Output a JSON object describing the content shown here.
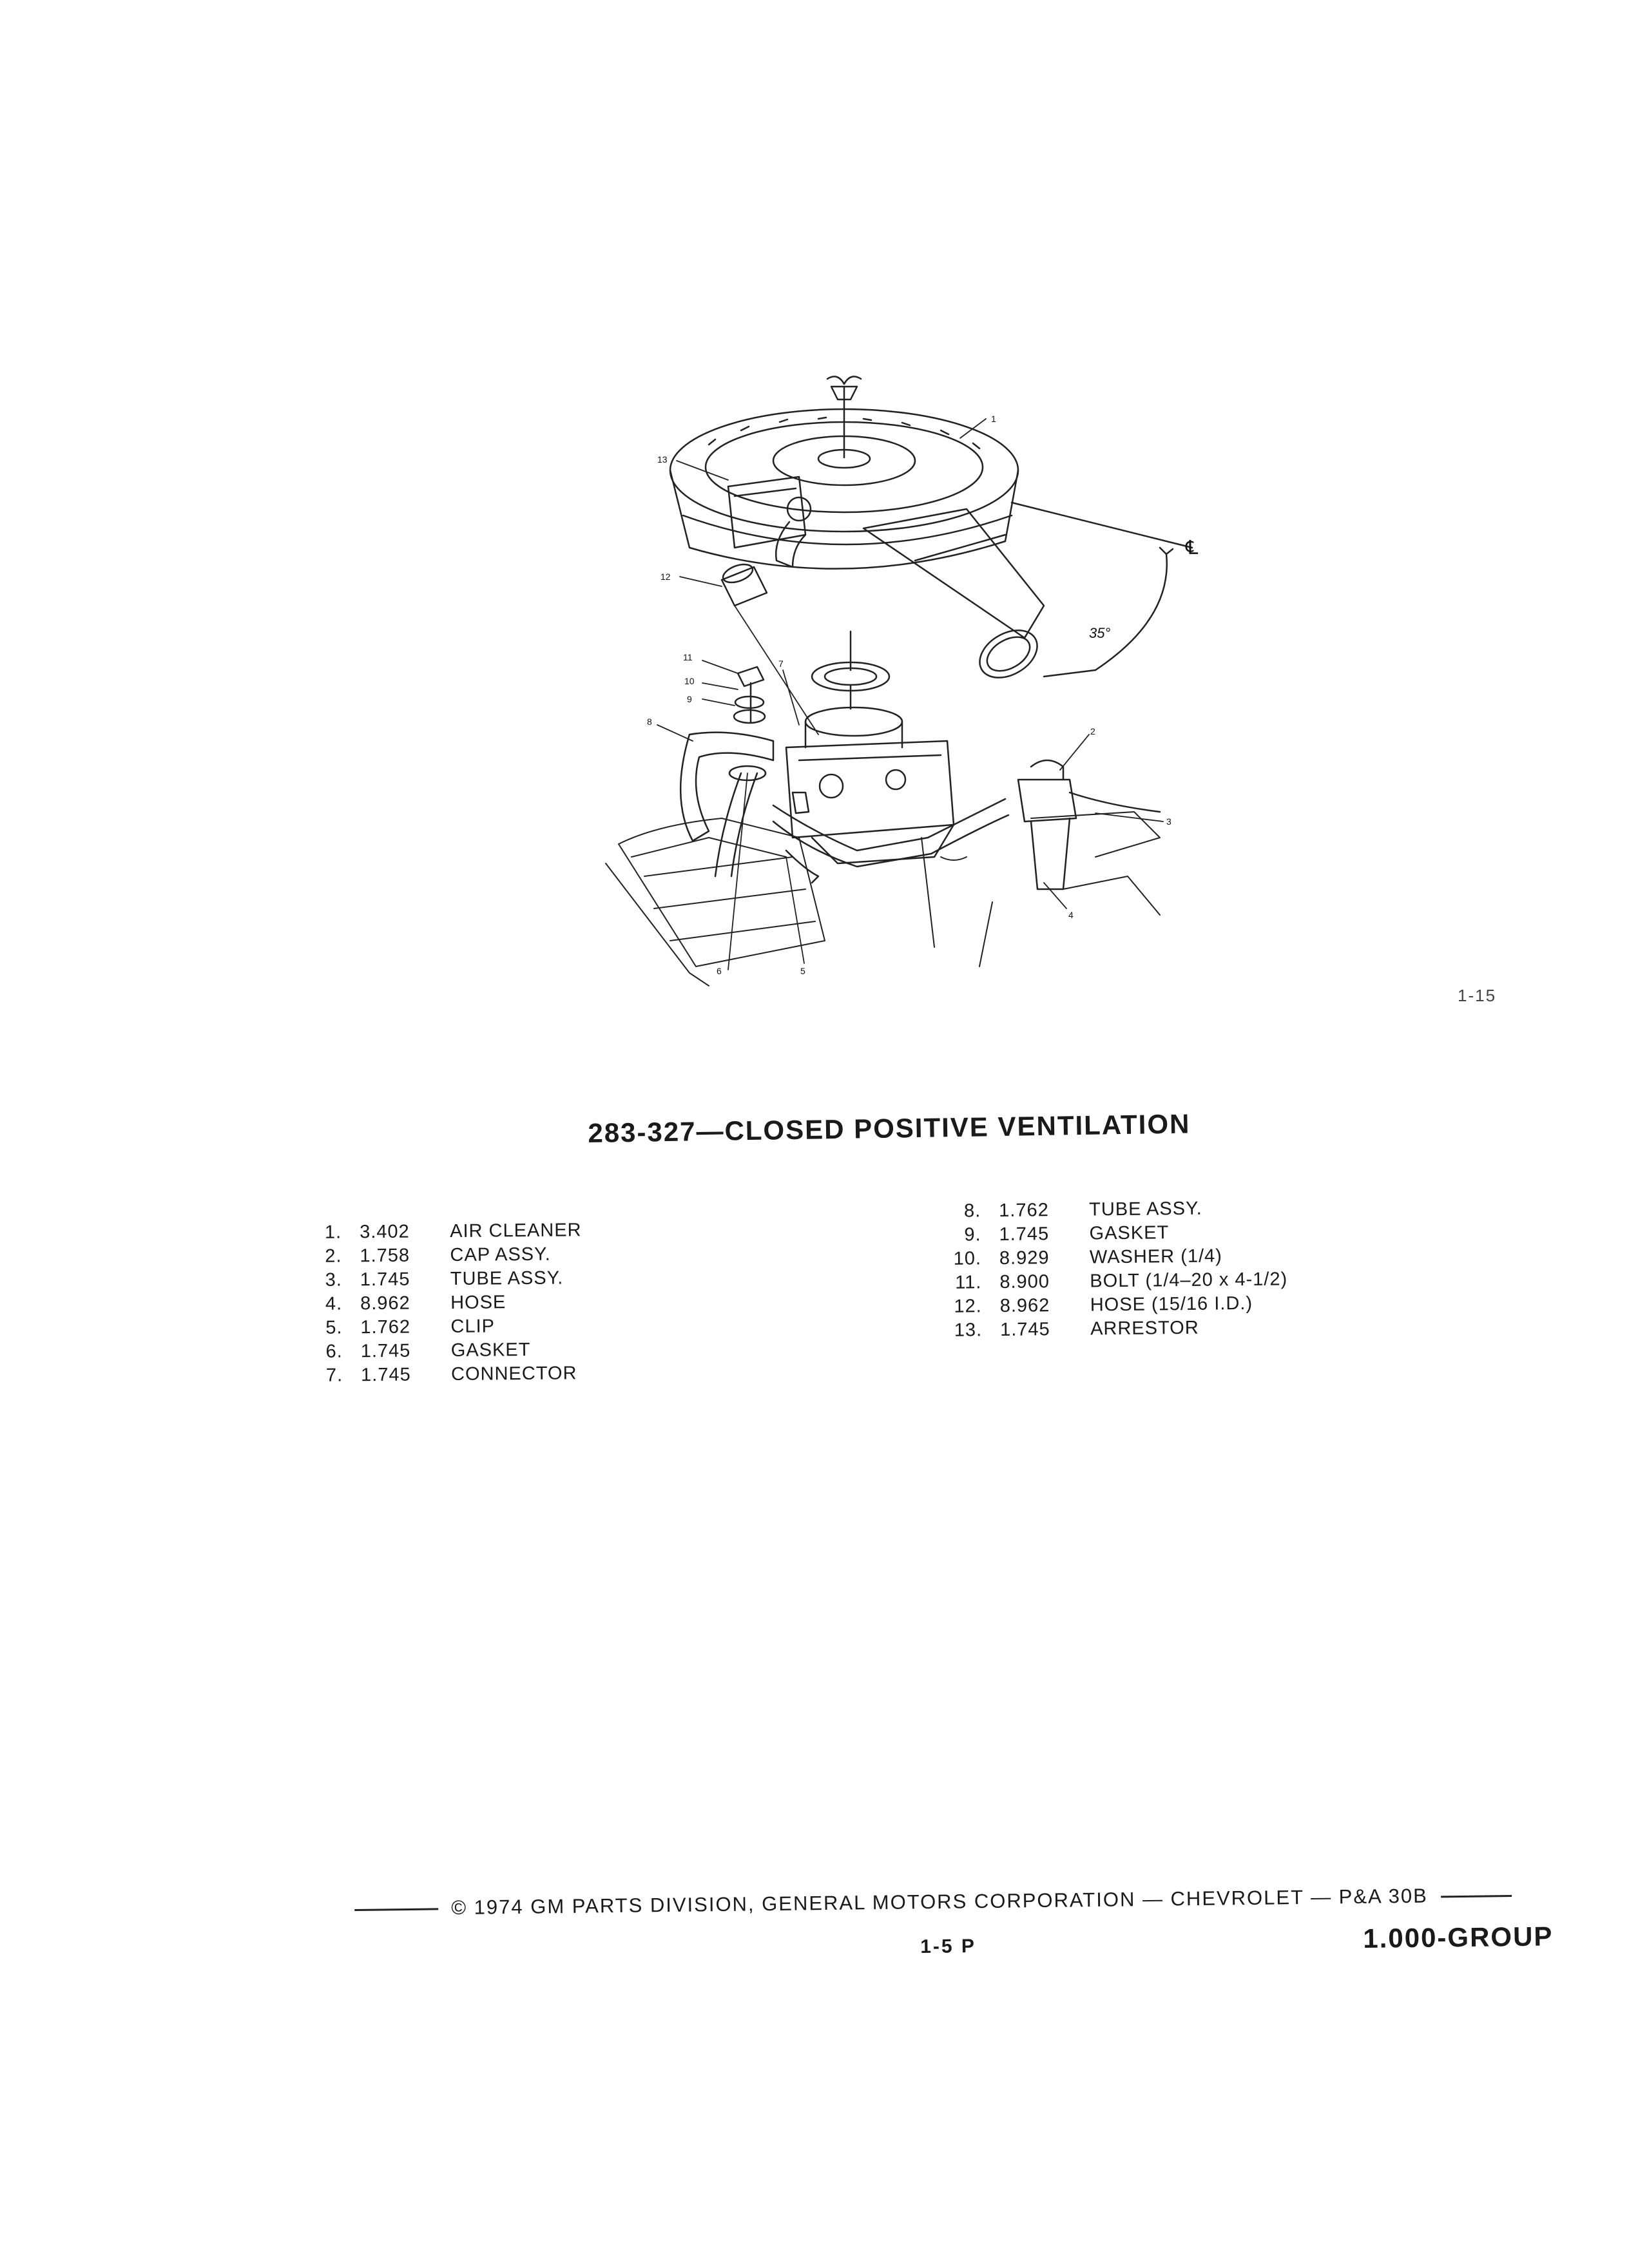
{
  "figure": {
    "id": "1-15",
    "callouts": [
      "1",
      "2",
      "3",
      "4",
      "5",
      "6",
      "7",
      "8",
      "9",
      "10",
      "11",
      "12",
      "13"
    ],
    "angle_label": "35°",
    "centerline_label": "℄"
  },
  "title": "283-327—CLOSED POSITIVE VENTILATION",
  "parts_left": [
    {
      "num": "1.",
      "code": "3.402",
      "name": "AIR CLEANER"
    },
    {
      "num": "2.",
      "code": "1.758",
      "name": "CAP ASSY."
    },
    {
      "num": "3.",
      "code": "1.745",
      "name": "TUBE ASSY."
    },
    {
      "num": "4.",
      "code": "8.962",
      "name": "HOSE"
    },
    {
      "num": "5.",
      "code": "1.762",
      "name": "CLIP"
    },
    {
      "num": "6.",
      "code": "1.745",
      "name": "GASKET"
    },
    {
      "num": "7.",
      "code": "1.745",
      "name": "CONNECTOR"
    }
  ],
  "parts_right": [
    {
      "num": "8.",
      "code": "1.762",
      "name": "TUBE ASSY."
    },
    {
      "num": "9.",
      "code": "1.745",
      "name": "GASKET"
    },
    {
      "num": "10.",
      "code": "8.929",
      "name": "WASHER (1/4)"
    },
    {
      "num": "11.",
      "code": "8.900",
      "name": "BOLT (1/4–20 x 4-1/2)"
    },
    {
      "num": "12.",
      "code": "8.962",
      "name": "HOSE (15/16 I.D.)"
    },
    {
      "num": "13.",
      "code": "1.745",
      "name": "ARRESTOR"
    }
  ],
  "footer": {
    "copyright": "© 1974 GM PARTS DIVISION, GENERAL MOTORS CORPORATION — CHEVROLET — P&A 30B",
    "page": "1-5 P",
    "group": "1.000-GROUP"
  }
}
